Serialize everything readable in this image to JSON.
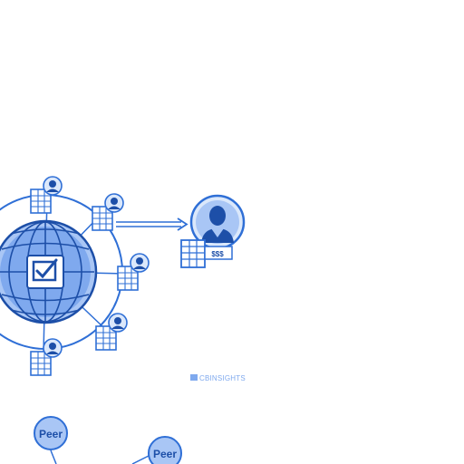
{
  "diagram": {
    "colors": {
      "primary": "#2f6fd6",
      "fill": "#a9c6f5",
      "light": "#dbe8fb",
      "dark": "#1d4fa8"
    },
    "center_icon": "checkbox-ballot-icon",
    "node_icon": "user-ledger-icon",
    "owner_icon": "person-avatar-icon",
    "owner_badge": "$$$",
    "brand": "CBINSIGHTS",
    "peer_labels": [
      "Peer",
      "Peer"
    ]
  }
}
